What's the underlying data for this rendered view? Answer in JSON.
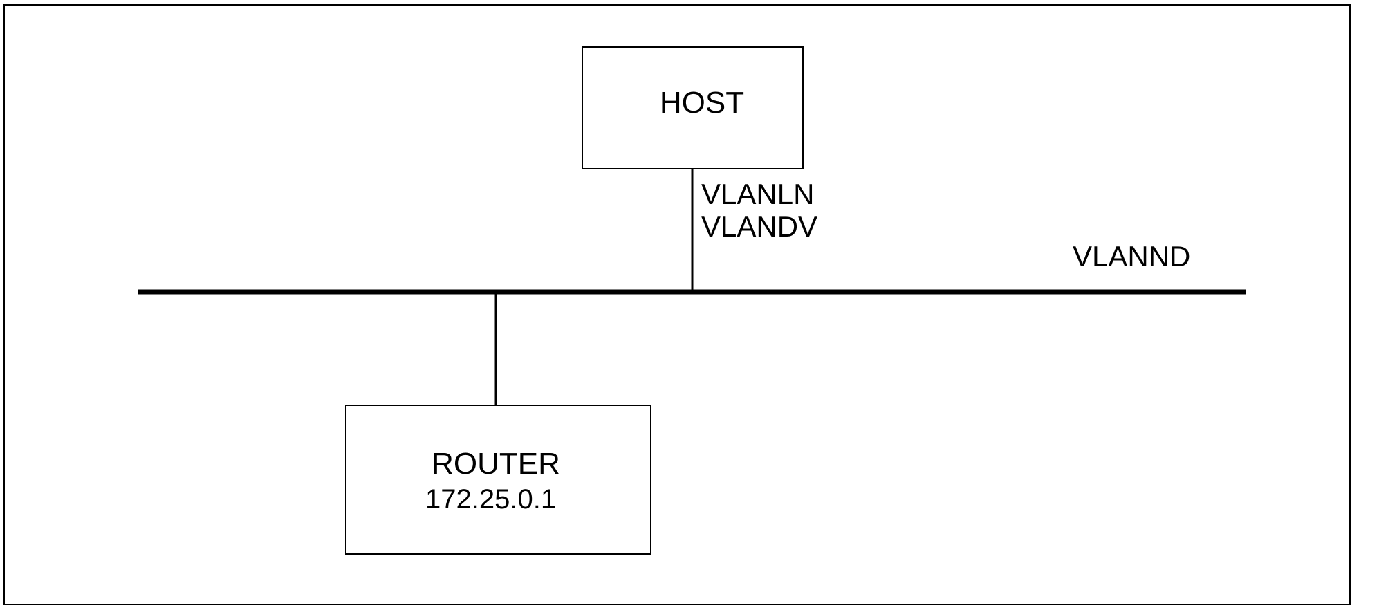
{
  "host": {
    "label": "HOST"
  },
  "host_link": {
    "labels": [
      "VLANLN",
      "VLANDV"
    ]
  },
  "segment": {
    "label": "VLANND"
  },
  "router": {
    "label": "ROUTER",
    "address": "172.25.0.1"
  }
}
